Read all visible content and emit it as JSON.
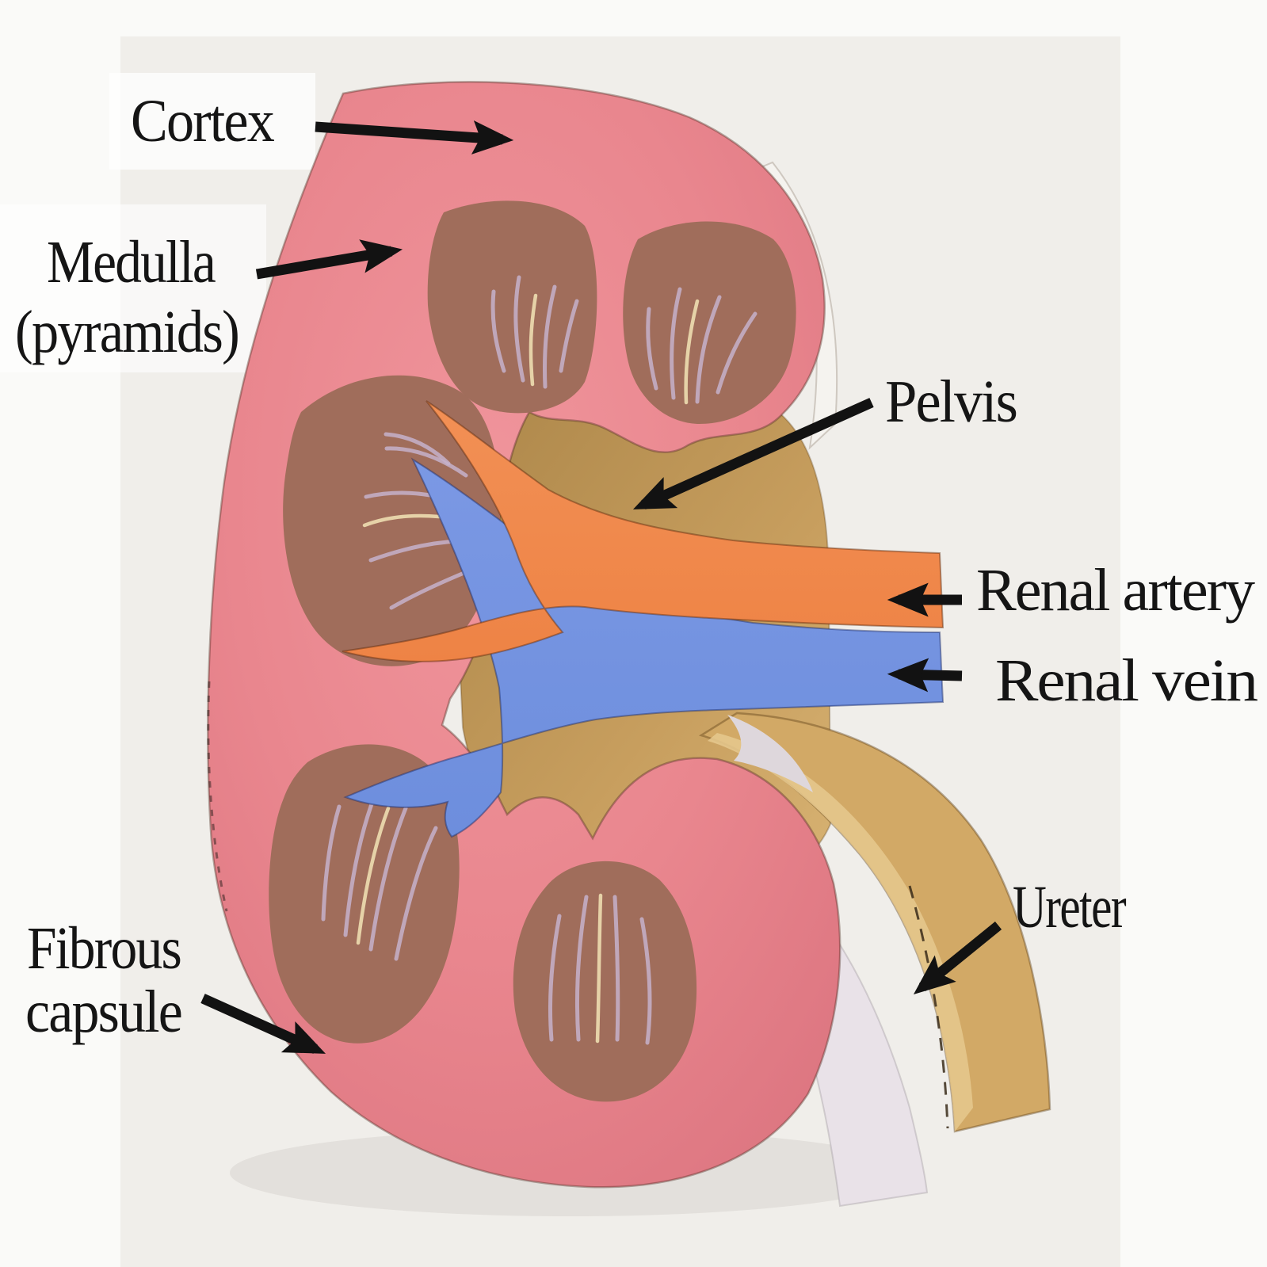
{
  "figure": {
    "title": "Labeled paper model of a kidney (frontal section)",
    "type": "anatomy-diagram",
    "subject": "kidney"
  },
  "labels": {
    "cortex": "Cortex",
    "medulla_line1": "Medulla",
    "medulla_line2": "(pyramids)",
    "pelvis": "Pelvis",
    "renal_artery": "Renal artery",
    "renal_vein": "Renal vein",
    "ureter": "Ureter",
    "fibrous_line1": "Fibrous",
    "fibrous_line2": "capsule"
  },
  "colors": {
    "background": "#fafaf8",
    "photo_bg": "#f0eeea",
    "label_text": "#151515",
    "arrow_black": "#121212",
    "label_box_white": "#ffffff",
    "cortex_pink": "#e9868e",
    "cortex_pink_light": "#f0959c",
    "cortex_pink_rim": "#dd7681",
    "medulla_brown": "#a06d5b",
    "streak_lavender": "#c6b2cb",
    "streak_cream": "#f2e4b6",
    "sinus_tan": "#c79e5e",
    "sinus_tan_dark": "#ad874a",
    "artery_orange": "#ee8345",
    "vein_blue": "#6d8edd",
    "ureter_tan": "#d2a966",
    "ureter_tan_light": "#e4c78c",
    "capsule_strip_white": "#e9e2e8",
    "backing_white": "#f5f3ef",
    "curl_gray": "#ded7dc"
  }
}
